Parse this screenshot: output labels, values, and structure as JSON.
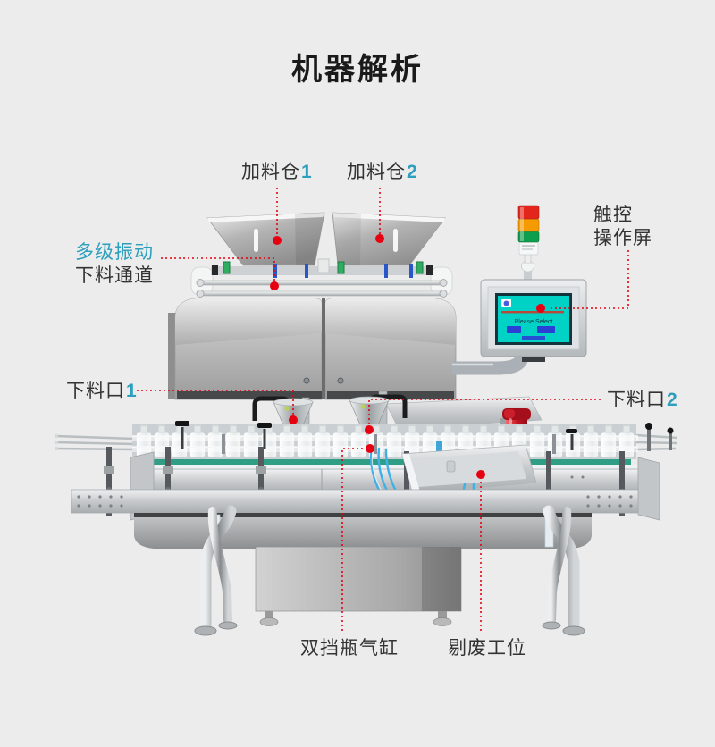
{
  "page": {
    "title": "机器解析"
  },
  "colors": {
    "background": "#ececec",
    "title": "#1a1a1a",
    "label": "#333333",
    "accent": "#2d9fbe",
    "leader_red": "#e60012",
    "screen_cyan": "#00d2c6",
    "button_blue": "#2b3fd4",
    "belt_green": "#2f9e84",
    "tube_blue": "#3fb0e8",
    "estop_red": "#c6121f",
    "tower_red": "#e2261c",
    "tower_amber": "#f59a00",
    "tower_green": "#0f9d4e"
  },
  "callouts": {
    "hopper1": {
      "text": "加料仓",
      "num": "1"
    },
    "hopper2": {
      "text": "加料仓",
      "num": "2"
    },
    "touch_screen": {
      "line1": "触控",
      "line2": "操作屏"
    },
    "vibration_channel": {
      "line1": "多级振动",
      "line2": "下料通道"
    },
    "outlet1": {
      "text": "下料口",
      "num": "1"
    },
    "outlet2": {
      "text": "下料口",
      "num": "2"
    },
    "bottle_block_cylinder": {
      "text": "双挡瓶气缸"
    },
    "reject_station": {
      "text": "剔废工位"
    }
  },
  "screen": {
    "message": "Please Select"
  }
}
